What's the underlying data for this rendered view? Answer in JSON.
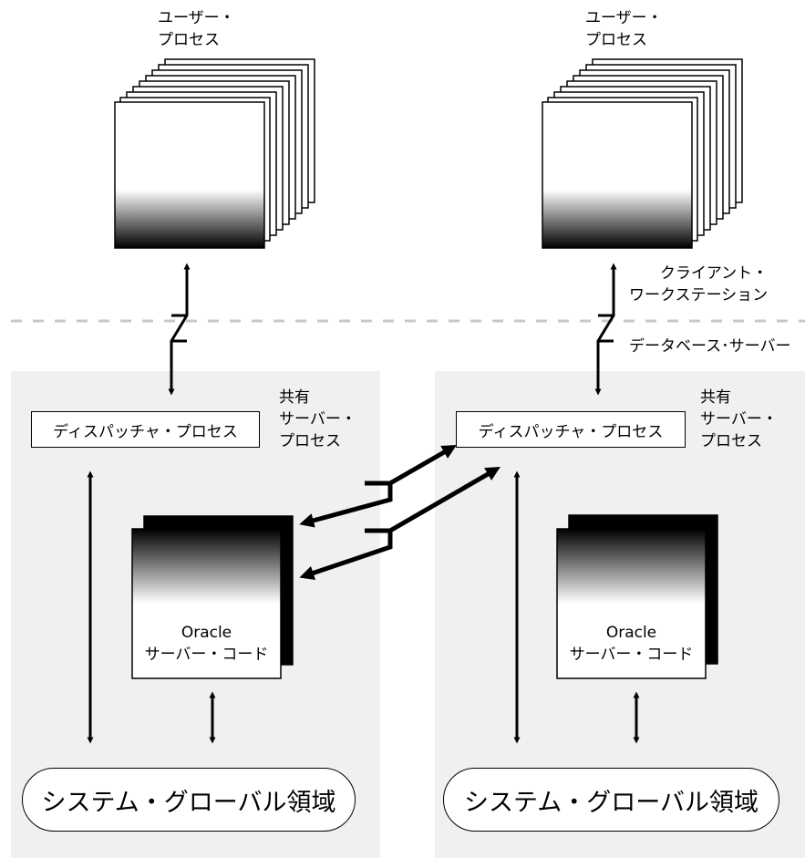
{
  "labels": {
    "user_process": "ユーザー・\nプロセス",
    "client_workstation": "クライアント・\nワークステーション",
    "database_server": "データベース･サーバー",
    "shared_server_process": "共有\nサーバー・\nプロセス",
    "dispatcher_process": "ディスパッチャ・プロセス",
    "oracle_server_code": "Oracle\nサーバー・コード",
    "system_global_area": "システム・グローバル領域"
  },
  "colors": {
    "panel_background": "#f0f0f0",
    "divider": "#c8c8c8",
    "stroke": "#000000"
  },
  "icons": {
    "user_process_stack": "stacked-window-icon",
    "server_code_stack": "stacked-document-icon",
    "network_link": "lightning-arrow-icon"
  }
}
